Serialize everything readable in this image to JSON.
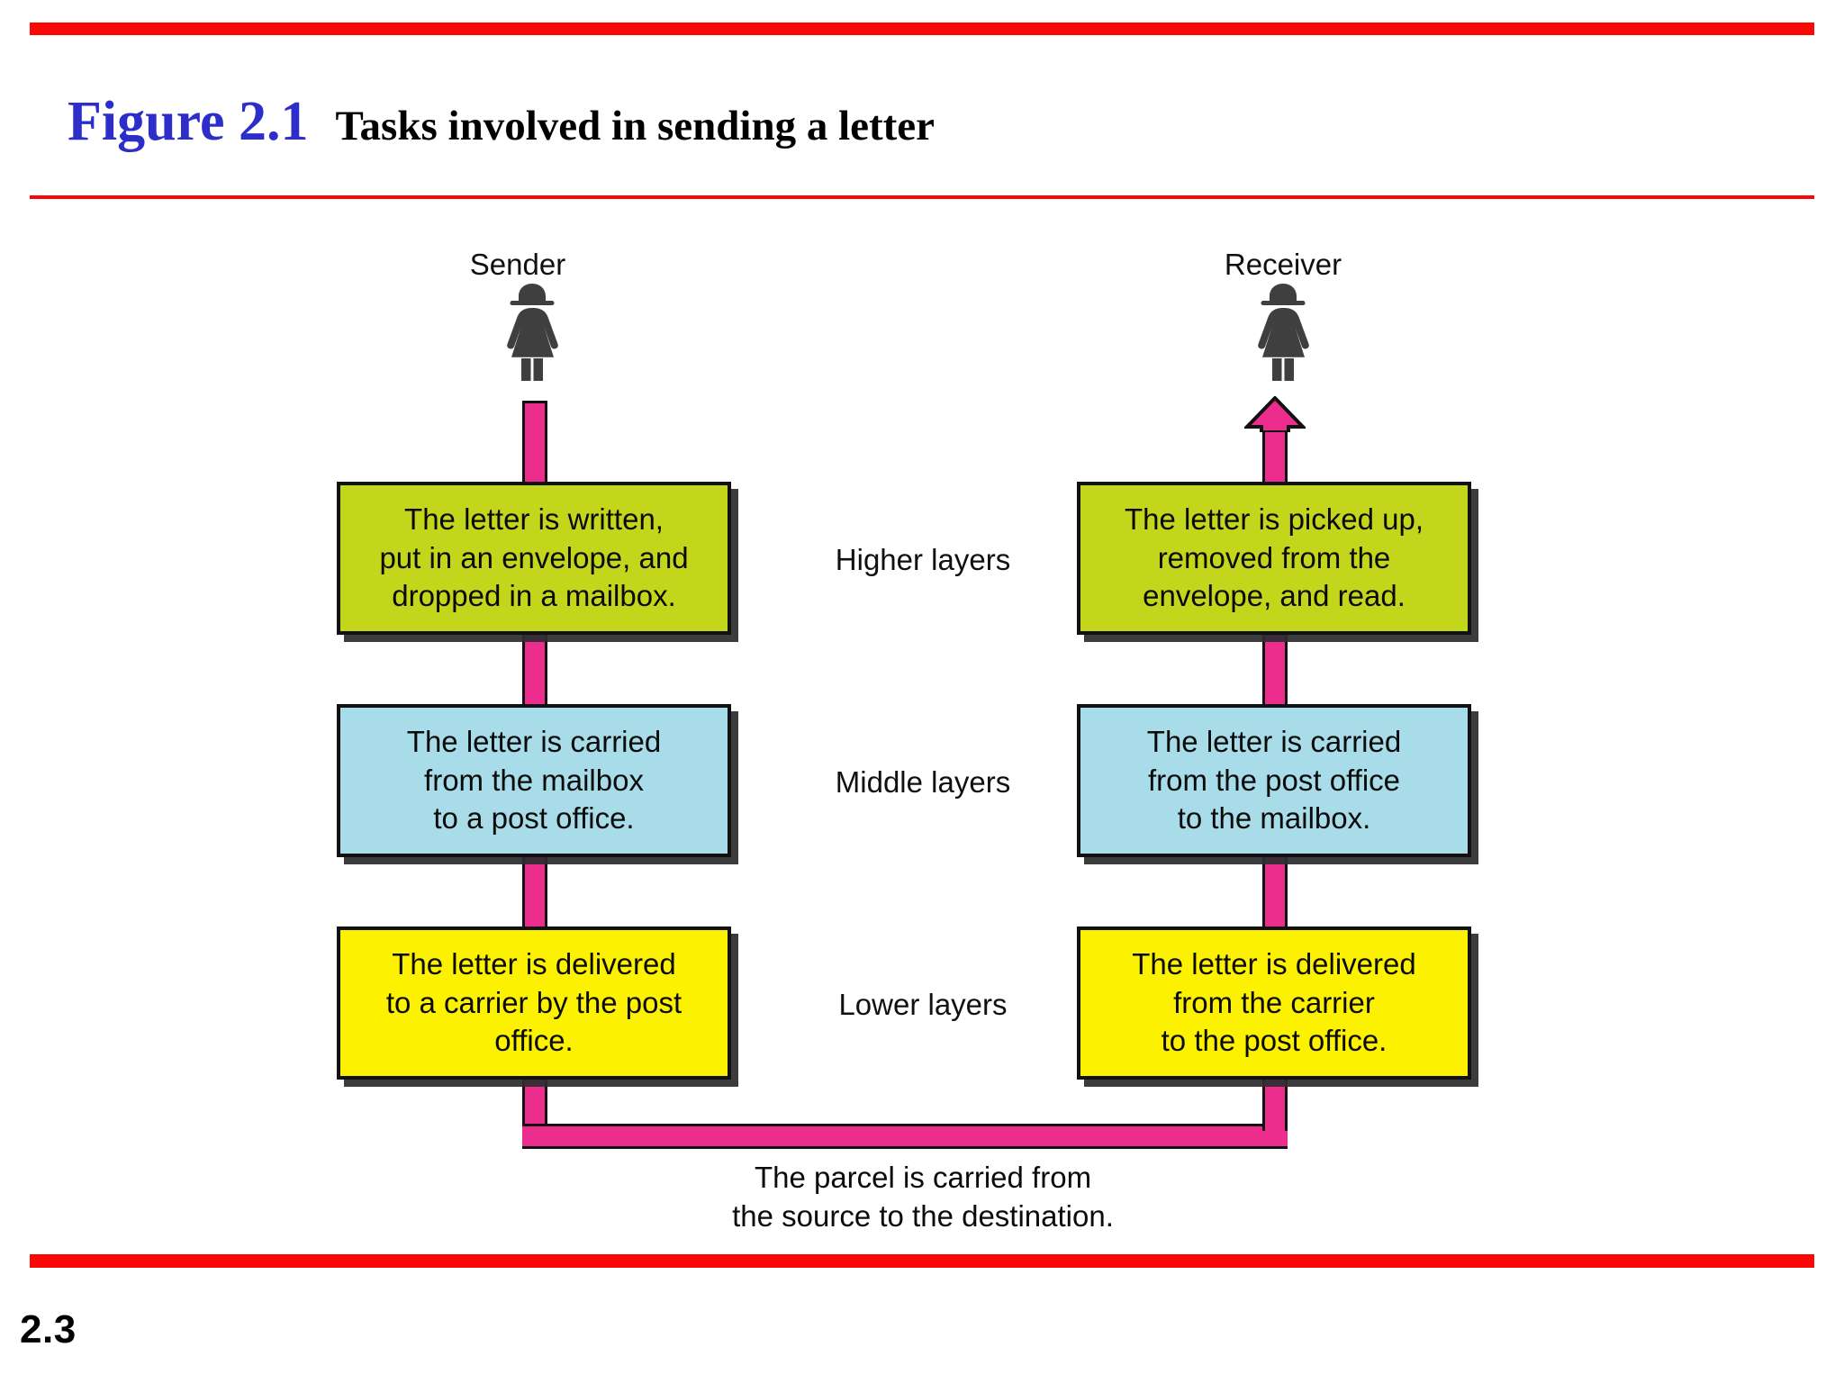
{
  "page": {
    "slide_number": "2.3",
    "accent_rule_color": "#fb0707",
    "figure_number_color": "#2d2ec9"
  },
  "header": {
    "figure_number": "Figure 2.1",
    "title": "Tasks involved in sending a letter"
  },
  "actors": {
    "sender_label": "Sender",
    "receiver_label": "Receiver",
    "icon_name": "person-icon",
    "icon_color": "#3f3f3f"
  },
  "flow": {
    "conduit_color": "#ec2d8e",
    "outline_color": "#111111",
    "bottom_caption_line1": "The parcel is carried from",
    "bottom_caption_line2": "the source to the destination."
  },
  "layer_labels": [
    "Higher layers",
    "Middle layers",
    "Lower layers"
  ],
  "columns": {
    "sender": {
      "boxes": [
        {
          "color": "#c3d61b",
          "lines": [
            "The letter is written,",
            "put in an envelope, and",
            "dropped in a mailbox."
          ]
        },
        {
          "color": "#a7dce8",
          "lines": [
            "The letter is carried",
            "from the mailbox",
            "to a post office."
          ]
        },
        {
          "color": "#fcf200",
          "lines": [
            "The letter is delivered",
            "to a carrier by the post",
            "office."
          ]
        }
      ]
    },
    "receiver": {
      "boxes": [
        {
          "color": "#c3d61b",
          "lines": [
            "The letter is picked up,",
            "removed from the",
            "envelope, and read."
          ]
        },
        {
          "color": "#a7dce8",
          "lines": [
            "The letter is carried",
            "from the post office",
            "to the mailbox."
          ]
        },
        {
          "color": "#fcf200",
          "lines": [
            "The letter is delivered",
            "from the carrier",
            "to the post office."
          ]
        }
      ]
    }
  }
}
